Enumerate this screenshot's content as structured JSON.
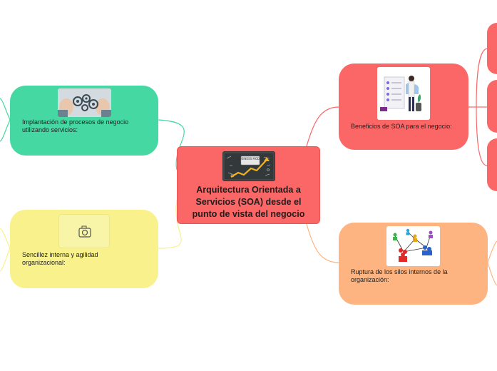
{
  "center": {
    "title_line1": "Arquitectura Orientada a",
    "title_line2": "Servicios (SOA) desde el",
    "title_line3": "punto de vista del negocio",
    "image_sign": "BUSINESS MODEL"
  },
  "nodes": {
    "implantacion": {
      "line1": "Implantación de procesos de negocio",
      "line2": "utilizando servicios:"
    },
    "sencillez": {
      "line1": "Sencillez interna y agilidad",
      "line2": "organizacional:",
      "icon": "camera-icon"
    },
    "beneficios": {
      "line1": "Beneficios de SOA para el negocio:"
    },
    "ruptura": {
      "line1": "Ruptura de los silos internos de la",
      "line2": "organización:"
    }
  },
  "colors": {
    "center": "#fb6767",
    "green": "#45d8a2",
    "yellow": "#f8f18c",
    "red": "#fb6767",
    "orange": "#fdb480"
  }
}
